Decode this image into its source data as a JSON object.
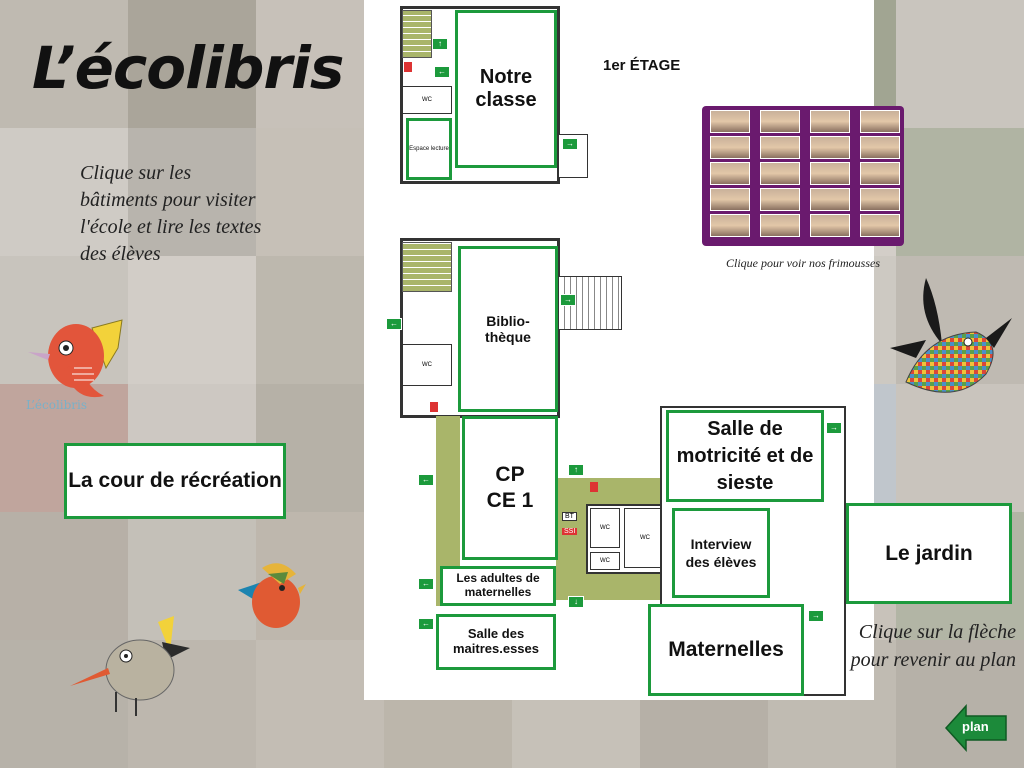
{
  "title": "L’écolibris",
  "intro_text": "Clique sur les bâtiments pour visiter l'école et lire les textes des élèves",
  "back_text": "Clique sur la flèche pour revenir au plan",
  "floor_label": "1er ÉTAGE",
  "photos_caption": "Clique pour voir nos frimousses",
  "logo_text": "L’écolibris",
  "buttons": {
    "courtyard": "La cour de récréation",
    "garden": "Le jardin",
    "plan": "plan"
  },
  "rooms": {
    "notre_classe": "Notre classe",
    "espace_lecture": "Espace lecture",
    "bibliotheque": "Biblio-thèque",
    "cp_ce1": "CP CE 1",
    "adultes_maternelles": "Les adultes de maternelles",
    "salle_maitres": "Salle des maitres.esses",
    "motricite": "Salle de motricité et de sieste",
    "interview": "Interview des élèves",
    "maternelles": "Maternelles"
  },
  "labels": {
    "wc": "WC",
    "bt": "BT",
    "ssi": "SSI"
  },
  "colors": {
    "accent_green": "#1c9a3c",
    "stairs_olive": "#a9b56a",
    "photo_frame": "#6a1a6e"
  }
}
